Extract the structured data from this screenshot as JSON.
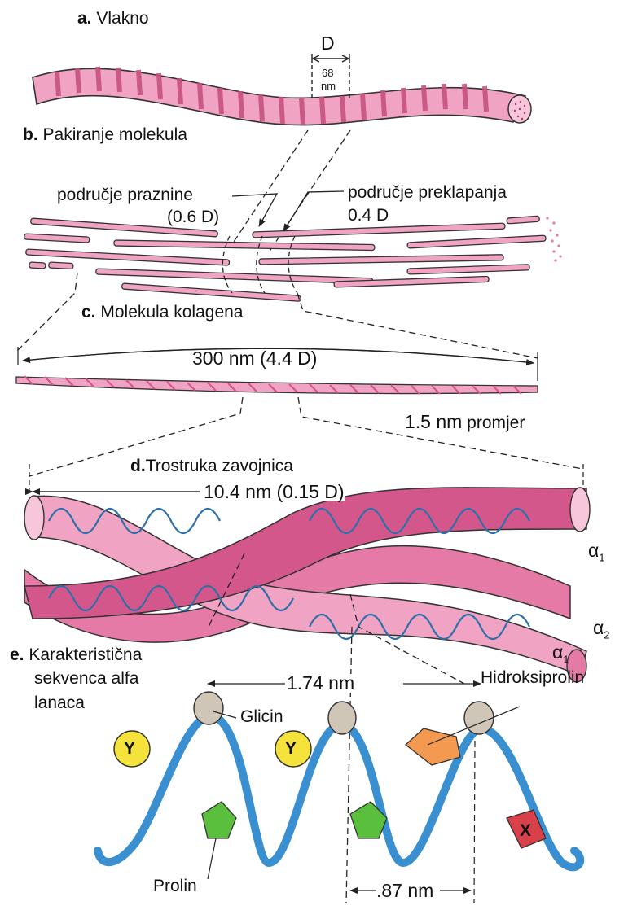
{
  "sections": {
    "a": {
      "letter": "a.",
      "title": "Vlakno"
    },
    "b": {
      "letter": "b.",
      "title": "Pakiranje molekula"
    },
    "c": {
      "letter": "c.",
      "title": "Molekula kolagena"
    },
    "d": {
      "letter": "d.",
      "title": "Trostruka zavojnica"
    },
    "e": {
      "letter": "e.",
      "line1": "Karakteristična",
      "line2": "sekvenca alfa",
      "line3": "lanaca"
    }
  },
  "fiber": {
    "period_label": "D",
    "period_value": "68",
    "period_unit": "nm"
  },
  "packing": {
    "gap_label": "područje praznine",
    "gap_value": "(0.6 D)",
    "overlap_label": "područje preklapanja",
    "overlap_value": "0.4 D"
  },
  "molecule": {
    "length": "300 nm (4.4 D)",
    "diameter_value": "1.5 nm",
    "diameter_word": "promjer"
  },
  "helix": {
    "length": "10.4 nm (0.15 D)",
    "chains": [
      {
        "symbol": "α",
        "index": "1"
      },
      {
        "symbol": "α",
        "index": "2"
      },
      {
        "symbol": "α",
        "index": "1"
      }
    ]
  },
  "sequence": {
    "period": "1.74 nm",
    "half_period": ".87 nm",
    "glycine": "Glicin",
    "hydroxyproline": "Hidroksiprolin",
    "proline": "Prolin",
    "y_residue": "Y",
    "x_residue": "X"
  },
  "colors": {
    "pink_light": "#f2a9c6",
    "pink_mid": "#e57aa6",
    "pink_dark": "#d4578b",
    "chain_blue": "#3a8fd0",
    "glycine_gray": "#cfc6b8",
    "yellow": "#f5e23a",
    "green": "#5bbf3e",
    "orange": "#f39a50",
    "red": "#d9404a"
  }
}
